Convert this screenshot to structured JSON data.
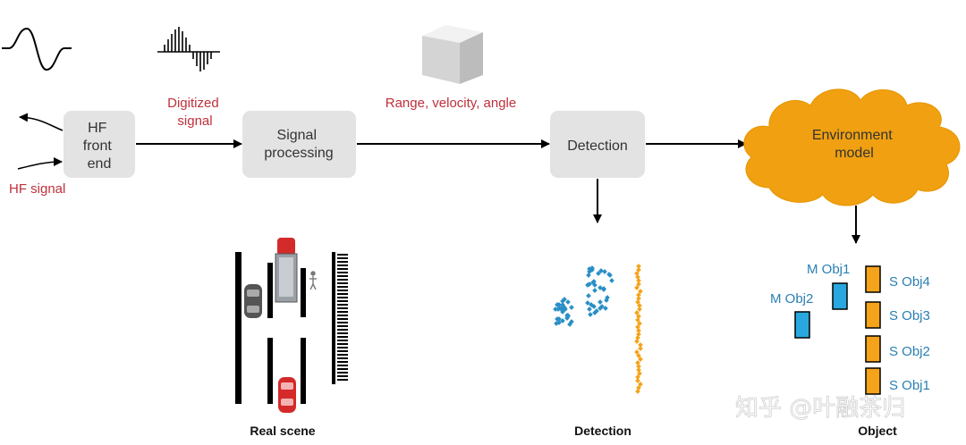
{
  "blocks": {
    "hf_front_end": [
      "HF",
      "front",
      "end"
    ],
    "signal_processing": [
      "Signal",
      "processing"
    ],
    "detection": "Detection",
    "environment_model": [
      "Environment",
      "model"
    ]
  },
  "annotations": {
    "hf_signal": "HF signal",
    "digitized_signal": [
      "Digitized",
      "signal"
    ],
    "range_velocity_angle": "Range, velocity, angle"
  },
  "captions": {
    "real_scene": "Real scene",
    "detection": "Detection",
    "object": "Object"
  },
  "objects": {
    "m_obj1": "M Obj1",
    "m_obj2": "M Obj2",
    "s_obj4": "S Obj4",
    "s_obj3": "S Obj3",
    "s_obj2": "S Obj2",
    "s_obj1": "S Obj1"
  },
  "watermark": "知乎 @叶融茶归",
  "colors": {
    "box_fill": "#e3e3e3",
    "annotation_red": "#c0303a",
    "object_blue": "#2a7fb3",
    "cloud_orange": "#f0a010",
    "moving_obj_fill": "#29a8df",
    "static_obj_fill": "#f5a31a"
  }
}
